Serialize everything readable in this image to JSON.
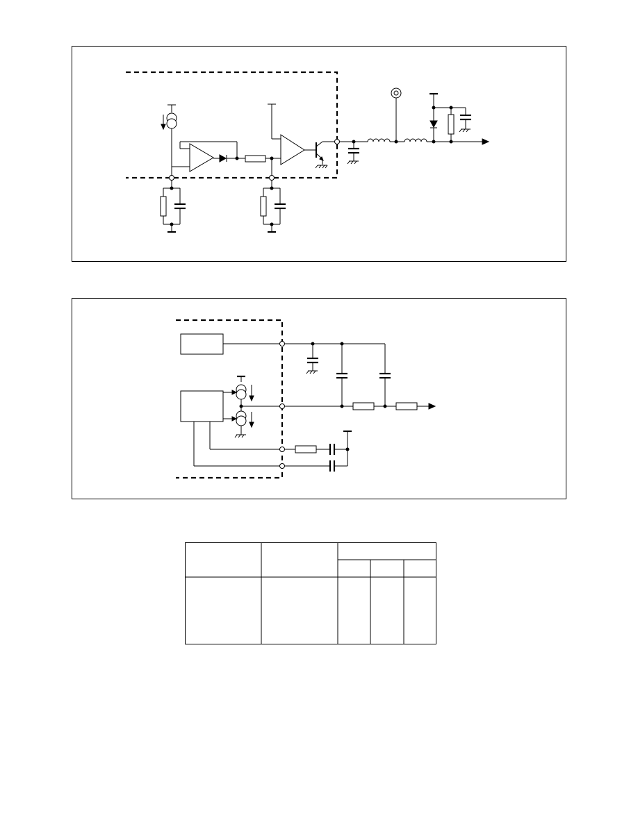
{
  "figures": [
    {
      "id": "fig1",
      "kind": "schematic",
      "labels": []
    },
    {
      "id": "fig2",
      "kind": "schematic",
      "labels": []
    }
  ],
  "table": {
    "group_header": "",
    "columns": [
      "",
      "",
      "",
      "",
      ""
    ],
    "rows": []
  },
  "colors": {
    "ink": "#000000",
    "paper": "#ffffff"
  }
}
